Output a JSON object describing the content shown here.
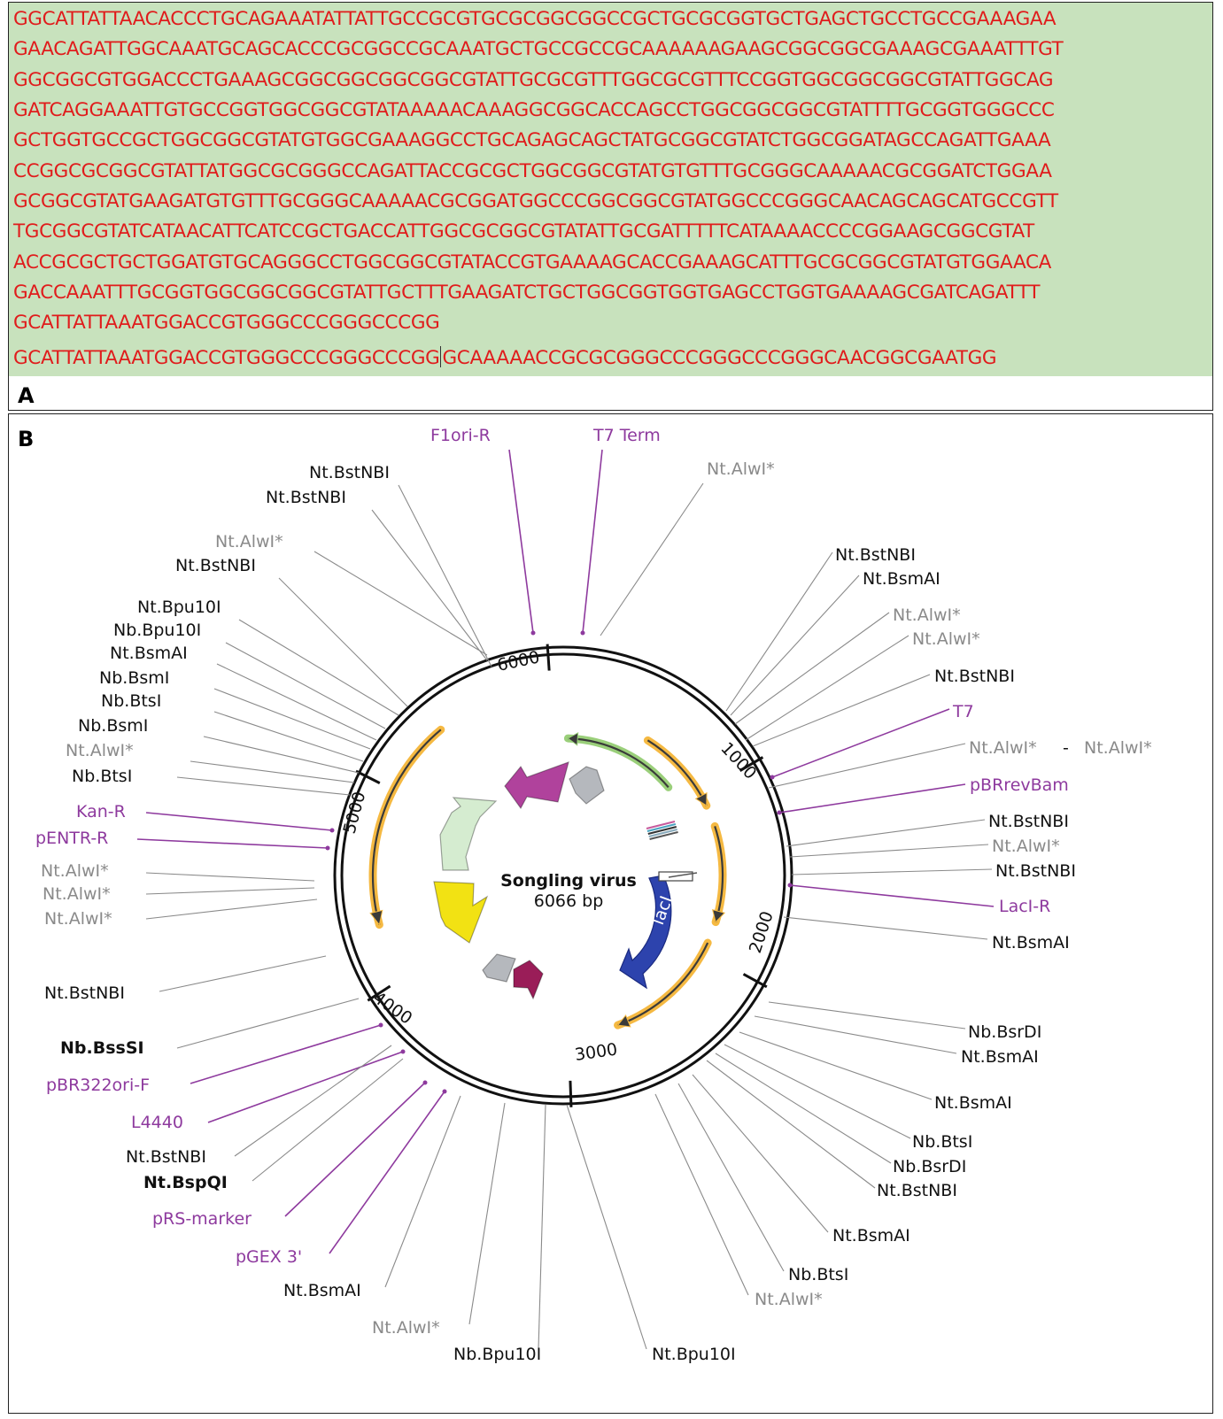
{
  "panel_a": {
    "letter": "A",
    "sequence_lines": [
      "GGCATTATTAACACCCTGCAGAAATATTATTGCCGCGTGCGCGGCGGCCGCTGCGCGGTGCTGAGCTGCCTGCCGAAAGAA",
      "GAACAGATTGGCAAATGCAGCACCCGCGGCCGCAAATGCTGCCGCCGCAAAAAAGAAGCGGCGGCGAAAGCGAAATTTGT",
      "GGCGGCGTGGACCCTGAAAGCGGCGGCGGCGGCGTATTGCGCGTTTGGCGCGTTTCCGGTGGCGGCGGCGTATTGGCAG",
      "GATCAGGAAATTGTGCCGGTGGCGGCGTATAAAAACAAAGGCGGCACCAGCCTGGCGGCGGCGTATTTTGCGGTGGGCCC",
      "GCTGGTGCCGCTGGCGGCGTATGTGGCGAAAGGCCTGCAGAGCAGCTATGCGGCGTATCTGGCGGATAGCCAGATTGAAA",
      "CCGGCGCGGCGTATTATGGCGCGGGCCAGATTACCGCGCTGGCGGCGTATGTGTTTGCGGGCAAAAACGCGGATCTGGAA",
      "GCGGCGTATGAAGATGTGTTTGCGGGCAAAAACGCGGATGGCCCGGCGGCGTATGGCCCGGGCAACAGCAGCATGCCGTT",
      "TGCGGCGTATCATAACATTCATCCGCTGACCATTGGCGCGGCGTATATTGCGATTTTTCATAAAACCCCGGAAGCGGCGTAT",
      "ACCGCGCTGCTGGATGTGCAGGGCCTGGCGGCGTATACCGTGAAAAGCACCGAAAGCATTTGCGCGGCGTATGTGGAACA",
      "GACCAAATTTGCGGTGGCGGCGGCGTATTGCTTTGAAGATCTGCTGGCGGTGGTGAGCCTGGTGAAAAGCGATCAGATTT",
      "GCATTATTAAATGGACCGTGGGCCCGGGCCCGG",
      "GCAAAAACCGCGCGGGCCCGGGCCCGGGCAACGGCGAATGG"
    ]
  },
  "panel_b": {
    "letter": "B",
    "plasmid_name": "Songling virus",
    "plasmid_size": "6066 bp",
    "total_bp": 6066,
    "scale_ticks": [
      {
        "label": "1000",
        "pos": 1000
      },
      {
        "label": "2000",
        "pos": 2000
      },
      {
        "label": "3000",
        "pos": 3000
      },
      {
        "label": "4000",
        "pos": 4000
      },
      {
        "label": "5000",
        "pos": 5000
      },
      {
        "label": "6000",
        "pos": 6000
      }
    ],
    "feature_labels": [
      "lacI"
    ],
    "dash": "-",
    "labels": [
      {
        "text": "F1ori-R",
        "kind": "primer"
      },
      {
        "text": "T7 Term",
        "kind": "primer"
      },
      {
        "text": "Nt.AlwI*",
        "kind": "gray"
      },
      {
        "text": "Nt.BstNBI",
        "kind": "black"
      },
      {
        "text": "Nt.BstNBI",
        "kind": "black"
      },
      {
        "text": "Nt.AlwI*",
        "kind": "gray"
      },
      {
        "text": "Nt.BstNBI",
        "kind": "black"
      },
      {
        "text": "Nt.Bpu10I",
        "kind": "black"
      },
      {
        "text": "Nb.Bpu10I",
        "kind": "black"
      },
      {
        "text": "Nt.BsmAI",
        "kind": "black"
      },
      {
        "text": "Nb.BsmI",
        "kind": "black"
      },
      {
        "text": "Nb.BtsI",
        "kind": "black"
      },
      {
        "text": "Nb.BsmI",
        "kind": "black"
      },
      {
        "text": "Nt.AlwI*",
        "kind": "gray"
      },
      {
        "text": "Nb.BtsI",
        "kind": "black"
      },
      {
        "text": "Kan-R",
        "kind": "primer"
      },
      {
        "text": "pENTR-R",
        "kind": "primer"
      },
      {
        "text": "Nt.AlwI*",
        "kind": "gray"
      },
      {
        "text": "Nt.AlwI*",
        "kind": "gray"
      },
      {
        "text": "Nt.AlwI*",
        "kind": "gray"
      },
      {
        "text": "Nt.BstNBI",
        "kind": "black"
      },
      {
        "text": "Nb.BssSI",
        "kind": "bold"
      },
      {
        "text": "pBR322ori-F",
        "kind": "primer"
      },
      {
        "text": "L4440",
        "kind": "primer"
      },
      {
        "text": "Nt.BstNBI",
        "kind": "black"
      },
      {
        "text": "Nt.BspQI",
        "kind": "bold"
      },
      {
        "text": "pRS-marker",
        "kind": "primer"
      },
      {
        "text": "pGEX 3'",
        "kind": "primer"
      },
      {
        "text": "Nt.BsmAI",
        "kind": "black"
      },
      {
        "text": "Nt.AlwI*",
        "kind": "gray"
      },
      {
        "text": "Nb.Bpu10I",
        "kind": "black"
      },
      {
        "text": "Nt.Bpu10I",
        "kind": "black"
      },
      {
        "text": "Nt.AlwI*",
        "kind": "gray"
      },
      {
        "text": "Nb.BtsI",
        "kind": "black"
      },
      {
        "text": "Nt.BsmAI",
        "kind": "black"
      },
      {
        "text": "Nt.BstNBI",
        "kind": "black"
      },
      {
        "text": "Nb.BsrDI",
        "kind": "black"
      },
      {
        "text": "Nb.BtsI",
        "kind": "black"
      },
      {
        "text": "Nt.BsmAI",
        "kind": "black"
      },
      {
        "text": "Nt.BsmAI",
        "kind": "black"
      },
      {
        "text": "Nb.BsrDI",
        "kind": "black"
      },
      {
        "text": "Nt.BsmAI",
        "kind": "black"
      },
      {
        "text": "LacI-R",
        "kind": "primer"
      },
      {
        "text": "Nt.BstNBI",
        "kind": "black"
      },
      {
        "text": "Nt.AlwI*",
        "kind": "gray"
      },
      {
        "text": "Nt.BstNBI",
        "kind": "black"
      },
      {
        "text": "pBRrevBam",
        "kind": "primer"
      },
      {
        "text": "Nt.AlwI*",
        "kind": "gray"
      },
      {
        "text": "Nt.AlwI*",
        "kind": "gray"
      },
      {
        "text": "T7",
        "kind": "primer"
      },
      {
        "text": "Nt.BstNBI",
        "kind": "black"
      },
      {
        "text": "Nt.AlwI*",
        "kind": "gray"
      },
      {
        "text": "Nt.AlwI*",
        "kind": "gray"
      },
      {
        "text": "Nt.BsmAI",
        "kind": "black"
      },
      {
        "text": "Nt.BstNBI",
        "kind": "black"
      }
    ],
    "colors": {
      "sequence_text": "#e01c1c",
      "sequence_bg": "#c8e2bd",
      "primer": "#8e3a9e",
      "gray_site": "#8a8a8a",
      "site": "#111111",
      "orange_arrow": "#f5b942",
      "lacI": "#2d43ad",
      "magenta": "#b0429c",
      "light_green": "#d5ecd0",
      "yellow": "#f2e213",
      "gray_feature": "#b5b8bd",
      "dark_magenta": "#9a1d58",
      "green_arrow": "#9acf7a"
    }
  }
}
